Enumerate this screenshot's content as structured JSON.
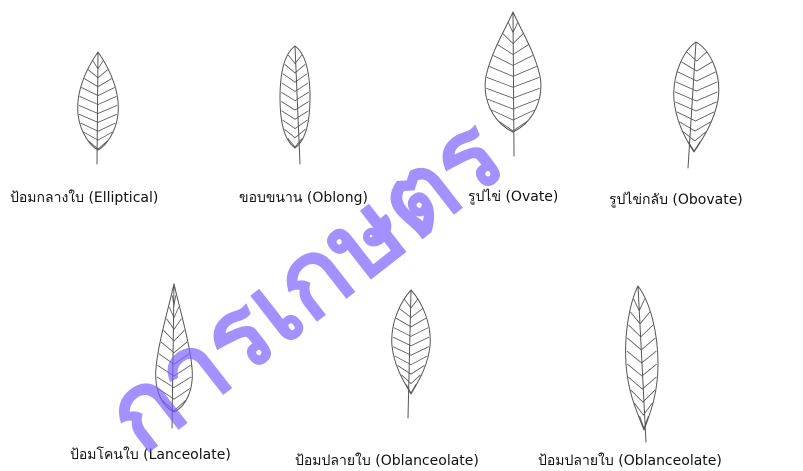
{
  "leaves": [
    {
      "caption": "ป้อมกลางใบ (Elliptical)"
    },
    {
      "caption": "ขอบขนาน (Oblong)"
    },
    {
      "caption": "รูปไข่ (Ovate)"
    },
    {
      "caption": "รูปไข่กลับ (Obovate)"
    },
    {
      "caption": "ป้อมโคนใบ (Lanceolate)"
    },
    {
      "caption": "ป้อมปลายใบ  (Oblanceolate)"
    },
    {
      "caption": "ป้อมปลายใบ  (Oblanceolate)"
    }
  ],
  "watermark": {
    "text": "การเกษตร",
    "color": "#7a5cff"
  }
}
